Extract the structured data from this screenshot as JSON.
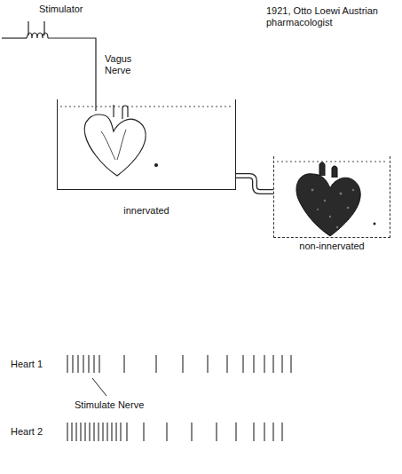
{
  "diagram": {
    "nodes": [
      {
        "text": [
          "innervated"
        ]
      },
      {
        "text": [
          "non-innervated"
        ]
      }
    ],
    "edges": [
      {
        "from": 0,
        "to": 1,
        "arrow": "none"
      }
    ],
    "labels": [
      "Stimulator",
      "1921, Otto Loewi Austrian pharmacologist",
      "Vagus Nerve",
      "Heart 1",
      "Stimulate Nerve",
      "Heart 2"
    ]
  }
}
